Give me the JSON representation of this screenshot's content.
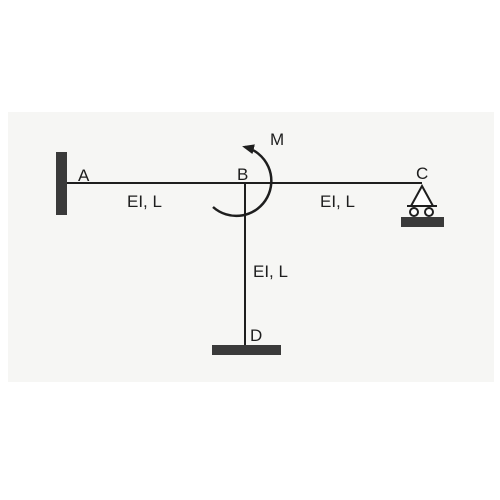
{
  "nodes": {
    "a": "A",
    "b": "B",
    "c": "C",
    "d": "D"
  },
  "moment": {
    "label": "M"
  },
  "members": {
    "ab": "EI, L",
    "bc": "EI, L",
    "bd": "EI, L"
  },
  "colors": {
    "ink": "#1e1e1e",
    "support": "#3a3a3a",
    "background": "#f6f6f4"
  }
}
